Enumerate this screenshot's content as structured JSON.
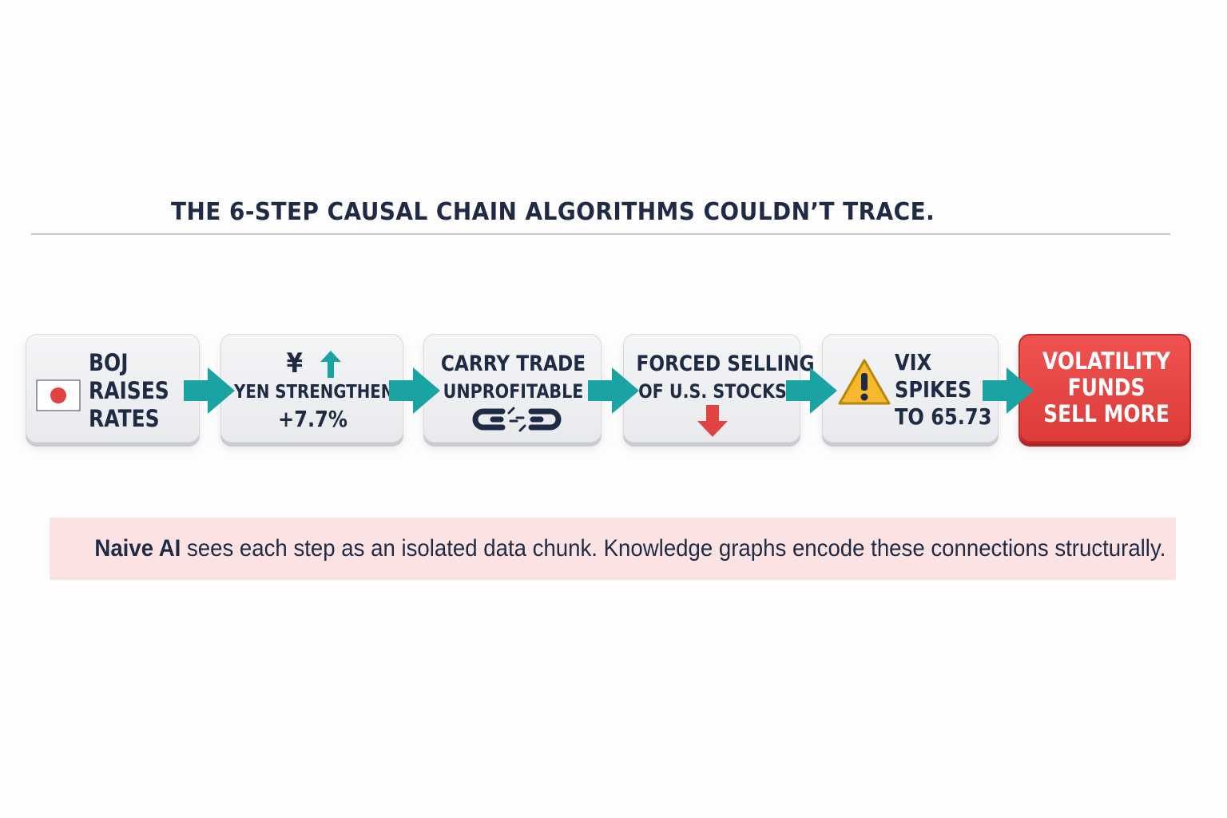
{
  "headline": "THE 6-STEP CAUSAL CHAIN ALGORITHMS COULDN’T TRACE.",
  "steps": [
    {
      "lines": [
        "BOJ",
        "RAISES",
        "RATES"
      ],
      "icon": "japan-flag-icon"
    },
    {
      "symbol": "¥",
      "lines": [
        "YEN STRENGTHENS",
        "+7.7%"
      ],
      "icon": "up-arrow-icon"
    },
    {
      "lines": [
        "CARRY TRADE",
        "UNPROFITABLE"
      ],
      "icon": "broken-chain-icon"
    },
    {
      "lines": [
        "FORCED SELLING",
        "OF U.S. STOCKS"
      ],
      "icon": "down-arrow-icon"
    },
    {
      "lines": [
        "VIX",
        "SPIKES",
        "TO 65.73"
      ],
      "icon": "warning-icon"
    },
    {
      "lines": [
        "VOLATILITY",
        "FUNDS",
        "SELL MORE"
      ]
    }
  ],
  "banner": {
    "lead": "Naive AI",
    "rest": " sees each step as an isolated data chunk. Knowledge graphs encode these connections structurally."
  },
  "colors": {
    "navy": "#1f2a44",
    "teal": "#1aa3a3",
    "red": "#e04341",
    "warning": "#f5b82e",
    "banner": "#fbe2e3"
  }
}
